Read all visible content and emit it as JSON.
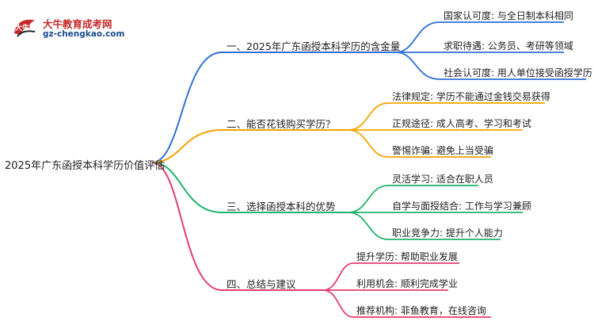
{
  "logo": {
    "title": "大牛教育成考网",
    "url": "gz-chengkao.com",
    "badge_text": "大牛"
  },
  "root": "2025年广东函授本科学历价值评估",
  "colors": {
    "blue": "#2f6fd6",
    "orange": "#f2a400",
    "green": "#21b36b",
    "pink": "#e23d6e"
  },
  "branches": [
    {
      "label": "一、2025年广东函授本科学历的含金量",
      "color": "blue",
      "children": [
        "国家认可度: 与全日制本科相同",
        "求职待遇: 公务员、考研等领域",
        "社会认可度: 用人单位接受函授学历"
      ]
    },
    {
      "label": "二、能否花钱购买学历？",
      "color": "orange",
      "children": [
        "法律规定: 学历不能通过金钱交易获得",
        "正规途径: 成人高考、学习和考试",
        "警惕诈骗: 避免上当受骗"
      ]
    },
    {
      "label": "三、选择函授本科的优势",
      "color": "green",
      "children": [
        "灵活学习: 适合在职人员",
        "自学与面授结合: 工作与学习兼顾",
        "职业竞争力: 提升个人能力"
      ]
    },
    {
      "label": "四、总结与建议",
      "color": "pink",
      "children": [
        "提升学历: 帮助职业发展",
        "利用机会: 顺利完成学业",
        "推荐机构: 菲鱼教育，在线咨询"
      ]
    }
  ]
}
